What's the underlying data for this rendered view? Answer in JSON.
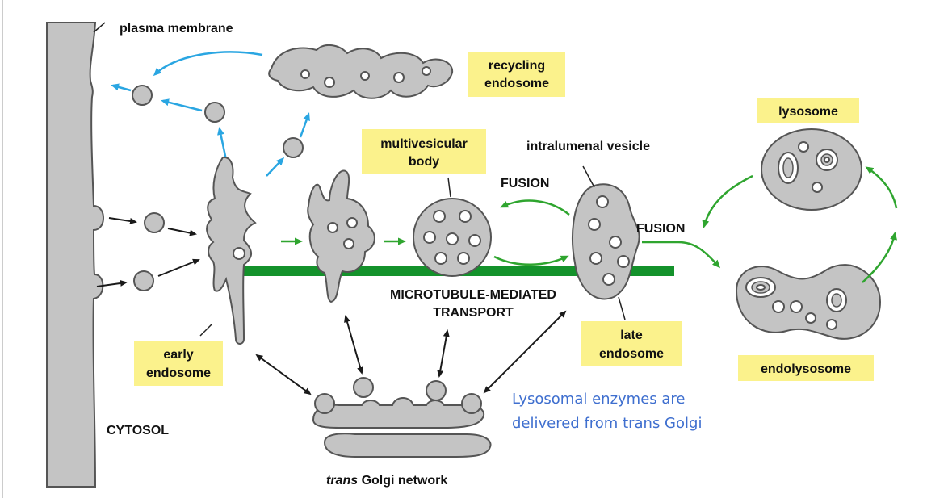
{
  "labels": {
    "plasma_membrane": "plasma membrane",
    "recycling_endosome": [
      "recycling",
      "endosome"
    ],
    "multivesicular_body": [
      "multivesicular",
      "body"
    ],
    "intralumenal_vesicle": "intralumenal vesicle",
    "fusion_1": "FUSION",
    "fusion_2": "FUSION",
    "lysosome": "lysosome",
    "microtubule_transport": [
      "MICROTUBULE-MEDIATED",
      "TRANSPORT"
    ],
    "late_endosome": [
      "late",
      "endosome"
    ],
    "early_endosome": [
      "early",
      "endosome"
    ],
    "endolysosome": "endolysosome",
    "cytosol": "CYTOSOL",
    "trans_golgi_italic": "trans",
    "trans_golgi_rest": " Golgi network"
  },
  "annotation": [
    "Lysosomal enzymes are",
    "delivered from trans Golgi"
  ],
  "colors": {
    "organelle_fill": "#c4c4c4",
    "label_box": "#fbf28c",
    "microtubule": "#14922b",
    "recycling_arrow": "#2aa6e2",
    "maturation_arrow": "#2fa52f",
    "annotation_text": "#3f6fcf"
  }
}
